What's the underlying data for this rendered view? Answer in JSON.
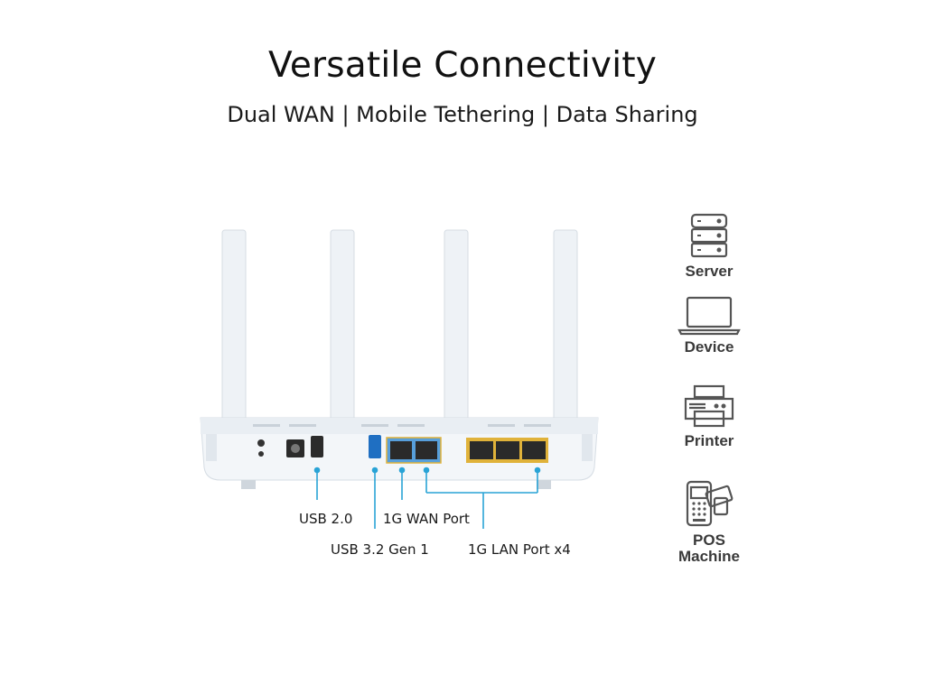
{
  "header": {
    "title": "Versatile Connectivity",
    "subtitle": "Dual WAN | Mobile Tethering | Data Sharing"
  },
  "callouts": {
    "usb2": "USB 2.0",
    "usb3": "USB 3.2 Gen 1",
    "wan": "1G WAN Port",
    "lan": "1G LAN Port x4"
  },
  "devices": [
    {
      "label": "Server",
      "icon": "server-icon"
    },
    {
      "label": "Device",
      "icon": "laptop-icon"
    },
    {
      "label": "Printer",
      "icon": "printer-icon"
    },
    {
      "label": "POS Machine",
      "icon": "pos-terminal-icon"
    }
  ],
  "colors": {
    "callout_line": "#29a3d6",
    "wan_highlight": "#3b8fd6",
    "lan_highlight": "#e0b23a",
    "icon_gray": "#555555"
  }
}
